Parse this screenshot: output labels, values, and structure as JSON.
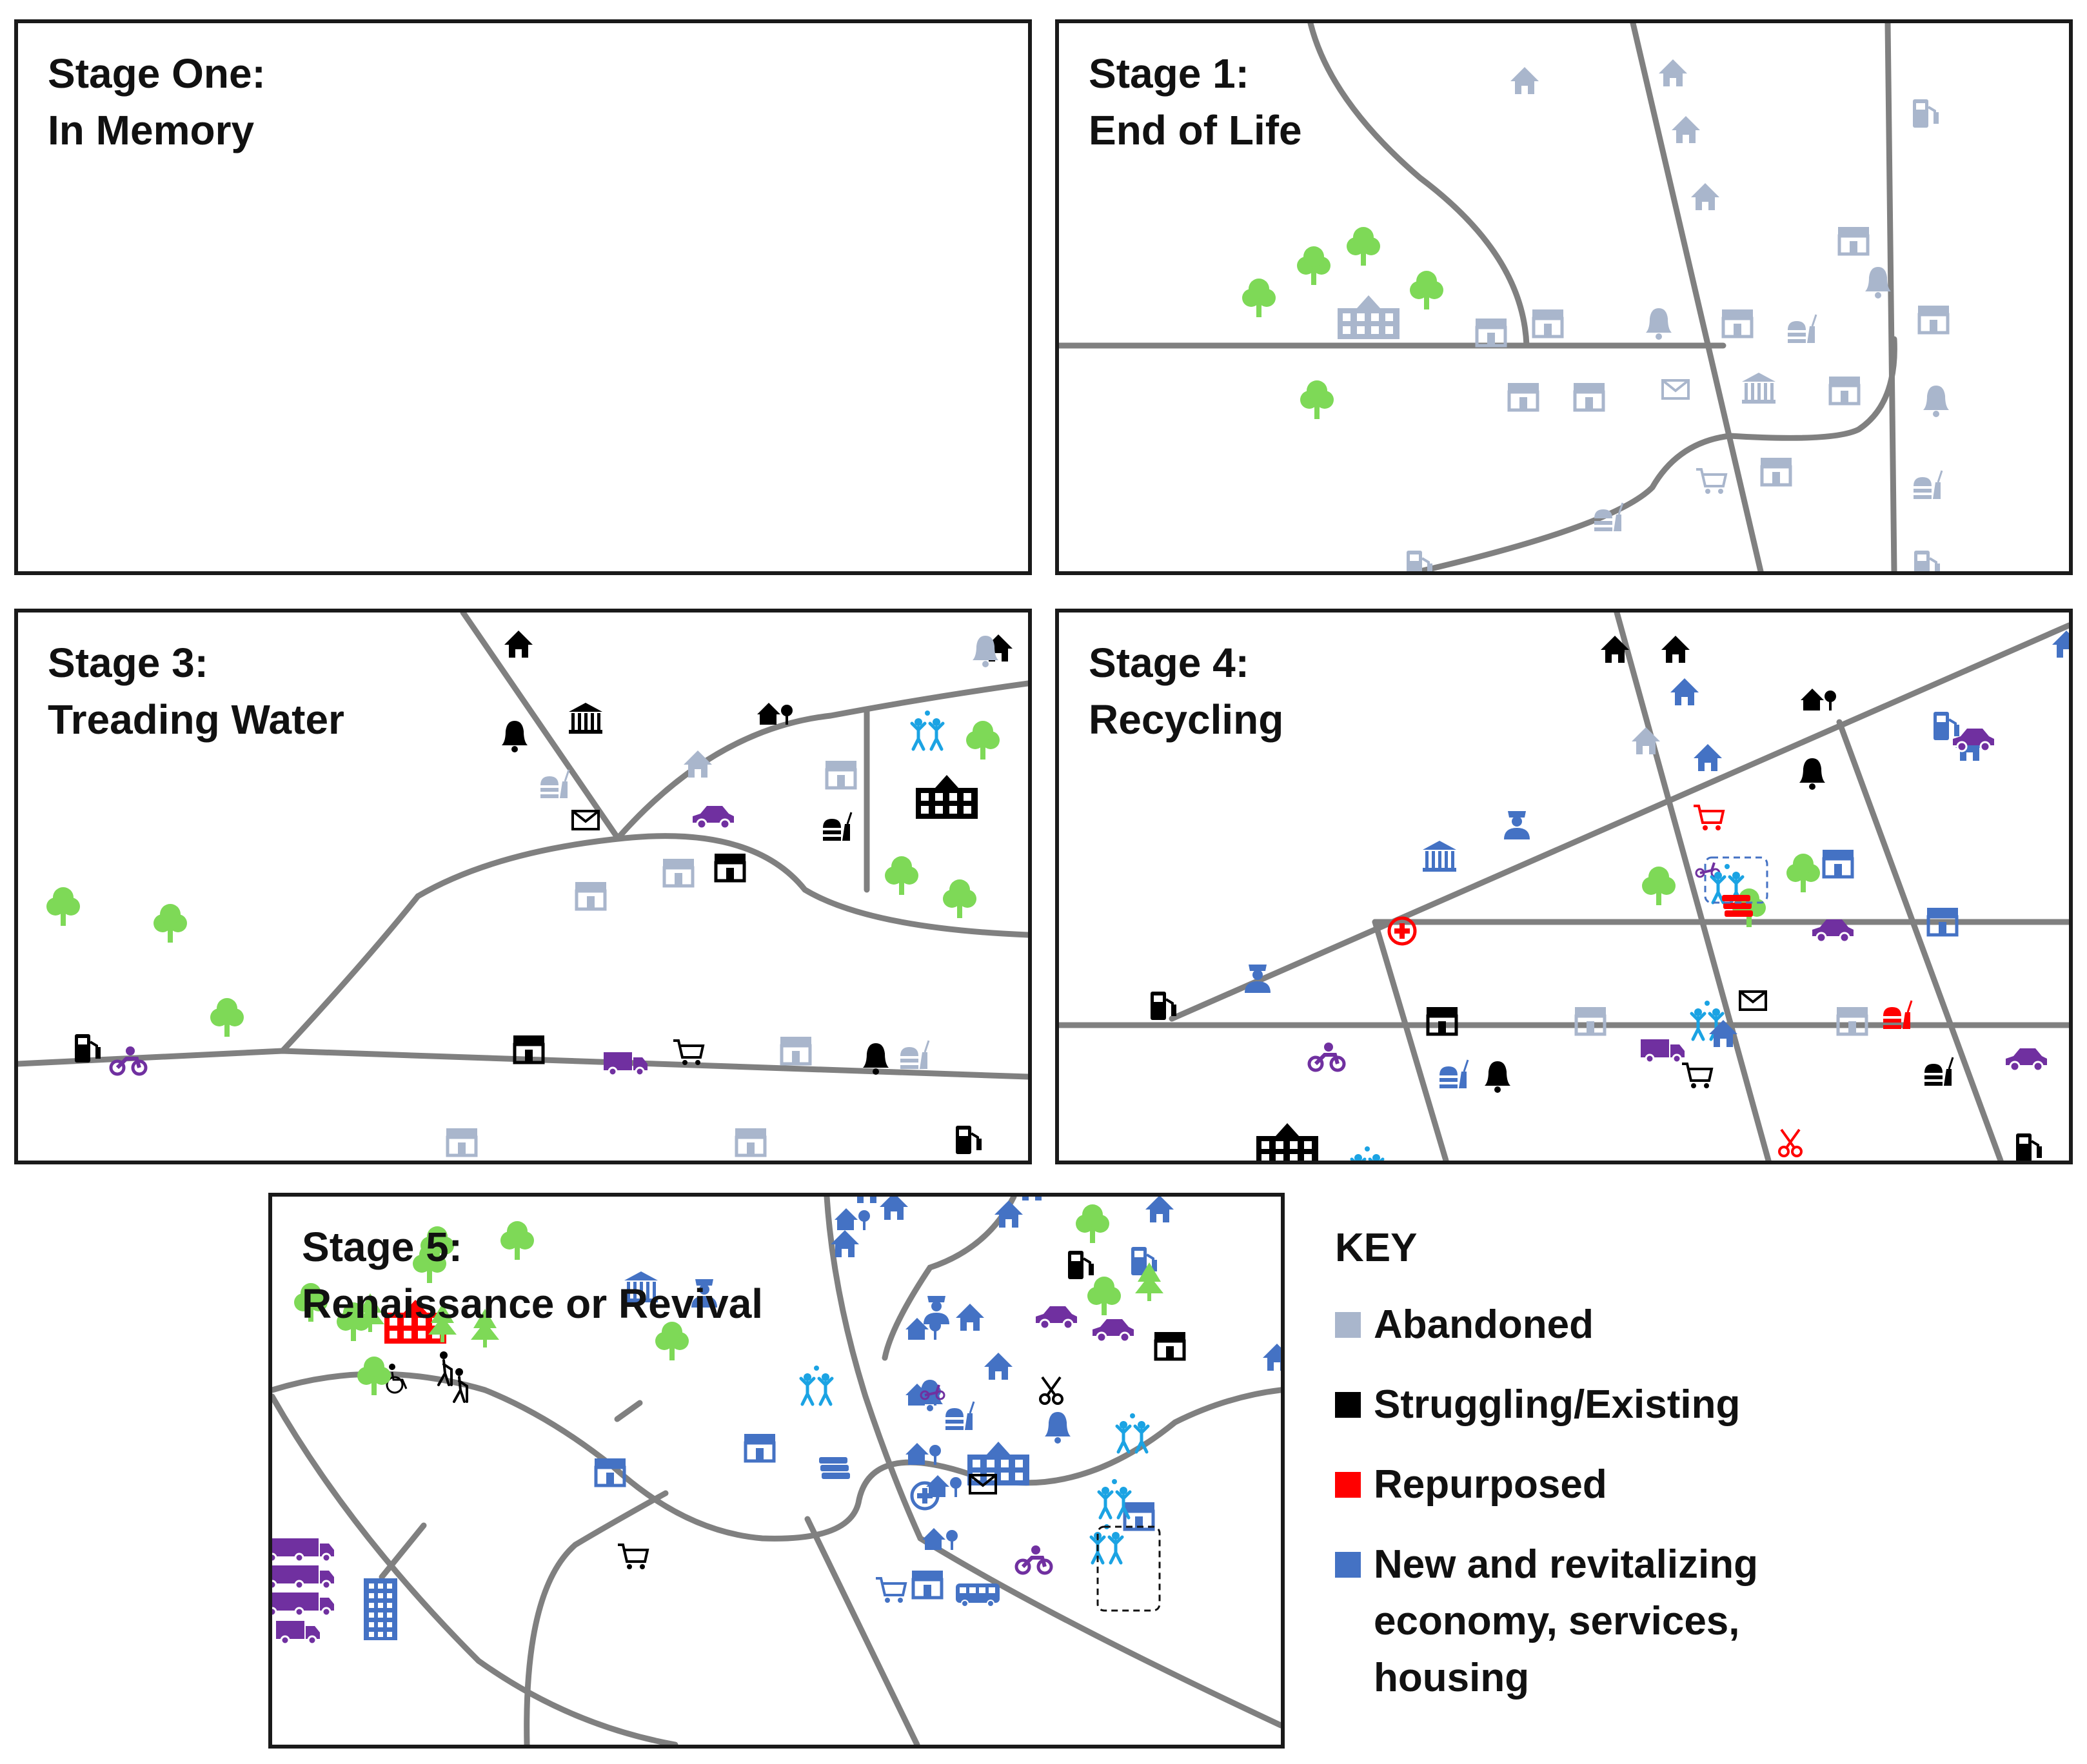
{
  "colors": {
    "abandoned": "#a9b6cc",
    "struggling": "#000000",
    "repurposed": "#ff0000",
    "new": "#4472c4",
    "tree": "#7ed957",
    "people": "#1ba3e3",
    "vehicle": "#7030a0",
    "road": "#808080"
  },
  "panels": {
    "memory": {
      "title1": "Stage One:",
      "title2": "In Memory"
    },
    "end_of_life": {
      "title1": "Stage 1:",
      "title2": "End of Life"
    },
    "treading": {
      "title1": "Stage 3:",
      "title2": "Treading Water"
    },
    "recycling": {
      "title1": "Stage 4:",
      "title2": "Recycling"
    },
    "renaissance": {
      "title1": "Stage 5:",
      "title2": "Renaissance or Revival"
    }
  },
  "key": {
    "title": "KEY",
    "items": [
      {
        "label": "Abandoned",
        "color": "#a9b6cc"
      },
      {
        "label": "Struggling/Existing",
        "color": "#000000"
      },
      {
        "label": "Repurposed",
        "color": "#ff0000"
      },
      {
        "label": "New and revitalizing economy, services, housing",
        "color": "#4472c4"
      }
    ]
  },
  "icons": {
    "end_of_life": [
      {
        "t": "house",
        "s": "abandoned"
      },
      {
        "t": "house",
        "s": "abandoned"
      },
      {
        "t": "house",
        "s": "abandoned"
      },
      {
        "t": "house",
        "s": "abandoned"
      },
      {
        "t": "gas",
        "s": "abandoned"
      },
      {
        "t": "gas",
        "s": "abandoned"
      },
      {
        "t": "gas",
        "s": "abandoned"
      },
      {
        "t": "store",
        "s": "abandoned"
      },
      {
        "t": "store",
        "s": "abandoned"
      },
      {
        "t": "store",
        "s": "abandoned"
      },
      {
        "t": "store",
        "s": "abandoned"
      },
      {
        "t": "store",
        "s": "abandoned"
      },
      {
        "t": "store",
        "s": "abandoned"
      },
      {
        "t": "store",
        "s": "abandoned"
      },
      {
        "t": "store",
        "s": "abandoned"
      },
      {
        "t": "store",
        "s": "abandoned"
      },
      {
        "t": "bell",
        "s": "abandoned"
      },
      {
        "t": "bell",
        "s": "abandoned"
      },
      {
        "t": "bell",
        "s": "abandoned"
      },
      {
        "t": "school",
        "s": "abandoned"
      },
      {
        "t": "bank",
        "s": "abandoned"
      },
      {
        "t": "mail",
        "s": "abandoned"
      },
      {
        "t": "cart",
        "s": "abandoned"
      },
      {
        "t": "food",
        "s": "abandoned"
      },
      {
        "t": "food",
        "s": "abandoned"
      },
      {
        "t": "food",
        "s": "abandoned"
      },
      {
        "t": "tree",
        "s": "tree"
      },
      {
        "t": "tree",
        "s": "tree"
      },
      {
        "t": "tree",
        "s": "tree"
      },
      {
        "t": "tree",
        "s": "tree"
      },
      {
        "t": "tree",
        "s": "tree"
      }
    ],
    "treading": [
      {
        "t": "house",
        "s": "struggling"
      },
      {
        "t": "house",
        "s": "struggling"
      },
      {
        "t": "house",
        "s": "abandoned"
      },
      {
        "t": "houses",
        "s": "struggling"
      },
      {
        "t": "bell",
        "s": "struggling"
      },
      {
        "t": "bell",
        "s": "struggling"
      },
      {
        "t": "bell",
        "s": "abandoned"
      },
      {
        "t": "bank",
        "s": "struggling"
      },
      {
        "t": "mail",
        "s": "struggling"
      },
      {
        "t": "school",
        "s": "struggling"
      },
      {
        "t": "food",
        "s": "abandoned"
      },
      {
        "t": "food",
        "s": "struggling"
      },
      {
        "t": "food",
        "s": "abandoned"
      },
      {
        "t": "store",
        "s": "abandoned"
      },
      {
        "t": "store",
        "s": "abandoned"
      },
      {
        "t": "store",
        "s": "struggling"
      },
      {
        "t": "store",
        "s": "abandoned"
      },
      {
        "t": "store",
        "s": "struggling"
      },
      {
        "t": "store",
        "s": "abandoned"
      },
      {
        "t": "store",
        "s": "abandoned"
      },
      {
        "t": "store",
        "s": "abandoned"
      },
      {
        "t": "car",
        "s": "vehicle"
      },
      {
        "t": "truck",
        "s": "vehicle"
      },
      {
        "t": "moto",
        "s": "vehicle"
      },
      {
        "t": "cart",
        "s": "struggling"
      },
      {
        "t": "gas",
        "s": "struggling"
      },
      {
        "t": "gas",
        "s": "struggling"
      },
      {
        "t": "people",
        "s": "people"
      },
      {
        "t": "tree",
        "s": "tree"
      },
      {
        "t": "tree",
        "s": "tree"
      },
      {
        "t": "tree",
        "s": "tree"
      },
      {
        "t": "tree",
        "s": "tree"
      },
      {
        "t": "tree",
        "s": "tree"
      },
      {
        "t": "tree",
        "s": "tree"
      }
    ],
    "recycling": [
      {
        "t": "house",
        "s": "struggling"
      },
      {
        "t": "house",
        "s": "struggling"
      },
      {
        "t": "house",
        "s": "new"
      },
      {
        "t": "house",
        "s": "abandoned"
      },
      {
        "t": "house",
        "s": "new"
      },
      {
        "t": "house",
        "s": "new"
      },
      {
        "t": "house",
        "s": "new"
      },
      {
        "t": "houses",
        "s": "struggling"
      },
      {
        "t": "gas",
        "s": "new"
      },
      {
        "t": "car",
        "s": "vehicle"
      },
      {
        "t": "bell",
        "s": "struggling"
      },
      {
        "t": "cart",
        "s": "repurposed"
      },
      {
        "t": "police",
        "s": "new"
      },
      {
        "t": "bank",
        "s": "new"
      },
      {
        "t": "scooter",
        "s": "vehicle"
      },
      {
        "t": "people",
        "s": "people"
      },
      {
        "t": "tree",
        "s": "tree"
      },
      {
        "t": "tree",
        "s": "tree"
      },
      {
        "t": "tree",
        "s": "tree"
      },
      {
        "t": "store",
        "s": "new"
      },
      {
        "t": "books",
        "s": "repurposed"
      },
      {
        "t": "store",
        "s": "new"
      },
      {
        "t": "car",
        "s": "vehicle"
      },
      {
        "t": "medical",
        "s": "repurposed"
      },
      {
        "t": "police",
        "s": "new"
      },
      {
        "t": "gas",
        "s": "struggling"
      },
      {
        "t": "mail",
        "s": "struggling"
      },
      {
        "t": "people",
        "s": "people"
      },
      {
        "t": "house",
        "s": "new"
      },
      {
        "t": "store",
        "s": "struggling"
      },
      {
        "t": "store",
        "s": "abandoned"
      },
      {
        "t": "truck",
        "s": "vehicle"
      },
      {
        "t": "store",
        "s": "abandoned"
      },
      {
        "t": "food",
        "s": "repurposed"
      },
      {
        "t": "car",
        "s": "vehicle"
      },
      {
        "t": "moto",
        "s": "vehicle"
      },
      {
        "t": "food",
        "s": "new"
      },
      {
        "t": "bell",
        "s": "struggling"
      },
      {
        "t": "cart",
        "s": "struggling"
      },
      {
        "t": "food",
        "s": "struggling"
      },
      {
        "t": "gas",
        "s": "struggling"
      },
      {
        "t": "school",
        "s": "struggling"
      },
      {
        "t": "people",
        "s": "people"
      },
      {
        "t": "scissors",
        "s": "repurposed"
      }
    ],
    "renaissance": [
      {
        "t": "house",
        "s": "new"
      },
      {
        "t": "house",
        "s": "new"
      },
      {
        "t": "house",
        "s": "new"
      },
      {
        "t": "house",
        "s": "new"
      },
      {
        "t": "house",
        "s": "new"
      },
      {
        "t": "house",
        "s": "new"
      },
      {
        "t": "house",
        "s": "new"
      },
      {
        "t": "house",
        "s": "new"
      },
      {
        "t": "house",
        "s": "new"
      },
      {
        "t": "house",
        "s": "new"
      },
      {
        "t": "house",
        "s": "new"
      },
      {
        "t": "houses",
        "s": "new"
      },
      {
        "t": "houses",
        "s": "new"
      },
      {
        "t": "houses",
        "s": "new"
      },
      {
        "t": "houses",
        "s": "new"
      },
      {
        "t": "houses",
        "s": "new"
      },
      {
        "t": "houses",
        "s": "new"
      },
      {
        "t": "houses",
        "s": "new"
      },
      {
        "t": "school",
        "s": "repurposed"
      },
      {
        "t": "school",
        "s": "new"
      },
      {
        "t": "bank",
        "s": "new"
      },
      {
        "t": "police",
        "s": "new"
      },
      {
        "t": "police",
        "s": "new"
      },
      {
        "t": "cart",
        "s": "struggling"
      },
      {
        "t": "cart",
        "s": "new"
      },
      {
        "t": "store",
        "s": "struggling"
      },
      {
        "t": "store",
        "s": "new"
      },
      {
        "t": "store",
        "s": "new"
      },
      {
        "t": "store",
        "s": "new"
      },
      {
        "t": "store",
        "s": "new"
      },
      {
        "t": "car",
        "s": "vehicle"
      },
      {
        "t": "car",
        "s": "vehicle"
      },
      {
        "t": "gas",
        "s": "struggling"
      },
      {
        "t": "gas",
        "s": "new"
      },
      {
        "t": "bell",
        "s": "new"
      },
      {
        "t": "bell",
        "s": "new"
      },
      {
        "t": "books",
        "s": "new"
      },
      {
        "t": "medical",
        "s": "new"
      },
      {
        "t": "mail",
        "s": "struggling"
      },
      {
        "t": "food",
        "s": "new"
      },
      {
        "t": "scissors",
        "s": "struggling"
      },
      {
        "t": "scooter",
        "s": "vehicle"
      },
      {
        "t": "moto",
        "s": "vehicle"
      },
      {
        "t": "people",
        "s": "people"
      },
      {
        "t": "people",
        "s": "people"
      },
      {
        "t": "people",
        "s": "people"
      },
      {
        "t": "people",
        "s": "people"
      },
      {
        "t": "wheelchair",
        "s": "struggling"
      },
      {
        "t": "elder",
        "s": "struggling"
      },
      {
        "t": "elder",
        "s": "struggling"
      },
      {
        "t": "tower",
        "s": "new"
      },
      {
        "t": "bus",
        "s": "new"
      },
      {
        "t": "truck",
        "s": "vehicle"
      },
      {
        "t": "truck",
        "s": "vehicle"
      },
      {
        "t": "truck",
        "s": "vehicle"
      },
      {
        "t": "truck",
        "s": "vehicle"
      },
      {
        "t": "truck",
        "s": "vehicle"
      },
      {
        "t": "truck",
        "s": "vehicle"
      },
      {
        "t": "truck",
        "s": "vehicle"
      },
      {
        "t": "tree",
        "s": "tree"
      },
      {
        "t": "tree",
        "s": "tree"
      },
      {
        "t": "tree",
        "s": "tree"
      },
      {
        "t": "tree",
        "s": "tree"
      },
      {
        "t": "tree",
        "s": "tree"
      },
      {
        "t": "tree",
        "s": "tree"
      },
      {
        "t": "tree",
        "s": "tree"
      },
      {
        "t": "tree",
        "s": "tree"
      },
      {
        "t": "tree",
        "s": "tree"
      },
      {
        "t": "tree",
        "s": "tree"
      },
      {
        "t": "tree",
        "s": "tree"
      },
      {
        "t": "tree",
        "s": "tree"
      },
      {
        "t": "pine",
        "s": "tree"
      },
      {
        "t": "pine",
        "s": "tree"
      },
      {
        "t": "pine",
        "s": "tree"
      },
      {
        "t": "pine",
        "s": "tree"
      }
    ]
  }
}
